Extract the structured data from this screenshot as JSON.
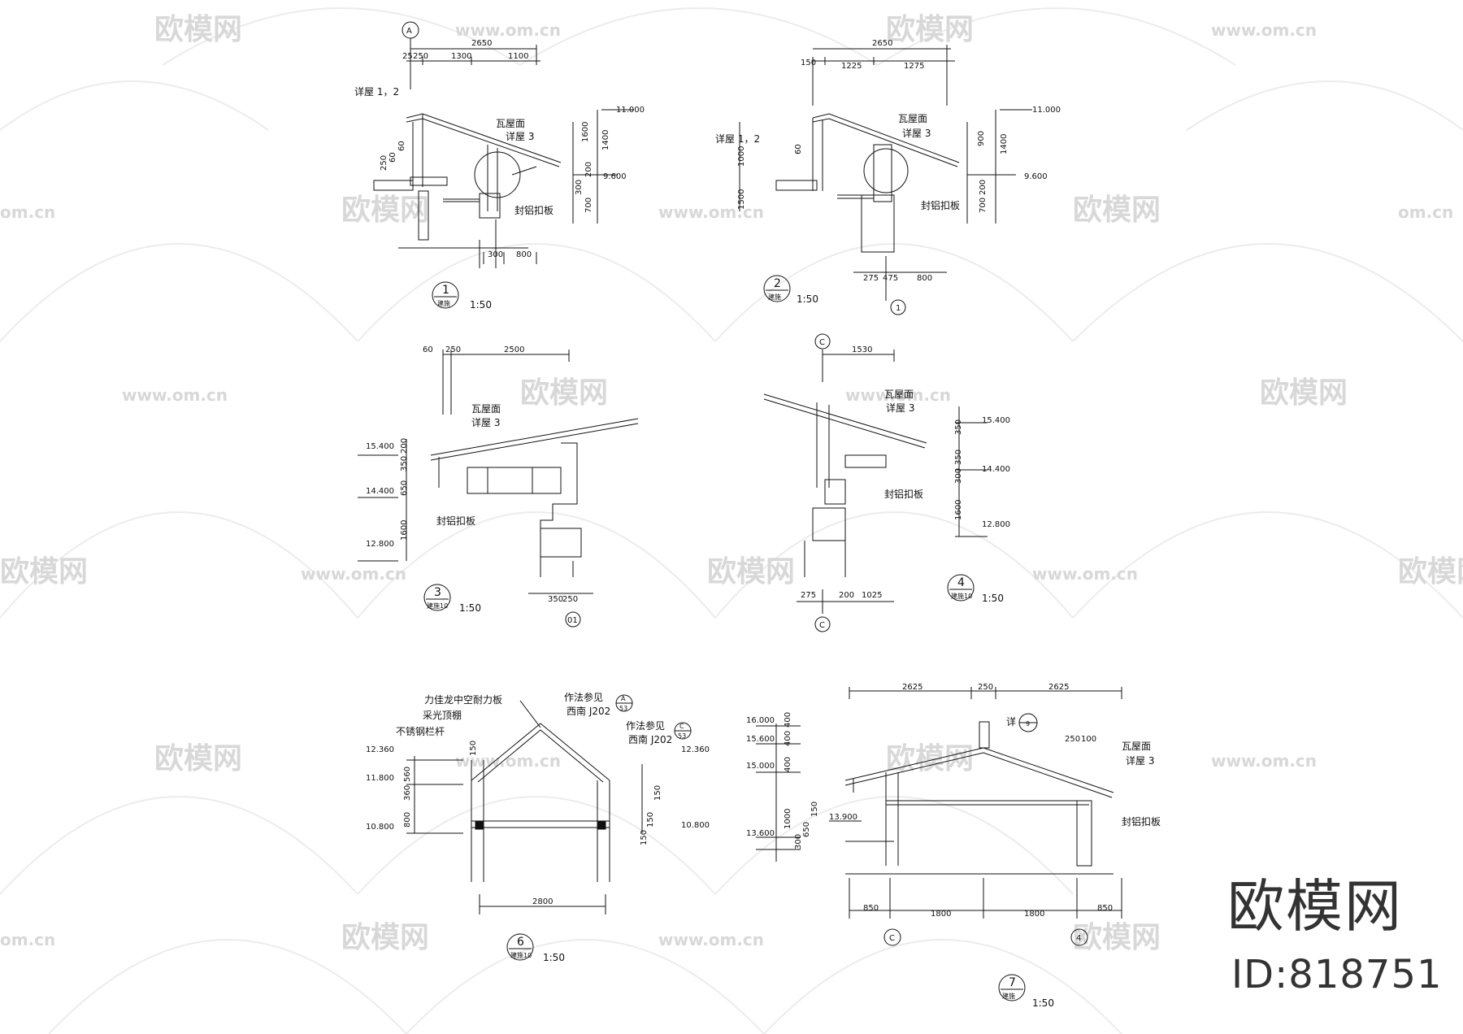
{
  "watermark": {
    "logo_text": "欧模网",
    "url": "www.om.cn",
    "url_partial": "om.cn"
  },
  "brand": {
    "name": "欧模网",
    "id_label": "ID:818751"
  },
  "labels": {
    "tile_roof": "瓦屋面",
    "tile_roof_2": "瓦屋面",
    "detail_3": "详屋  3",
    "detail_12": "详屋  1，2",
    "alu_panel": "封铝扣板",
    "pc_board": "力佳龙中空耐力板",
    "skylight": "采光顶棚",
    "railing": "不锈钢栏杆",
    "ref_see": "作法参见",
    "ref_code": "西南 J202",
    "detail_word": "详"
  },
  "details": [
    {
      "num": "1",
      "sheet": "建施",
      "scale": "1:50",
      "axis": "A",
      "dims_top": [
        "2650",
        "25",
        "250",
        "1300",
        "1100"
      ],
      "levels": [
        "11.000",
        "9.600"
      ],
      "vdims": [
        "1600",
        "1400",
        "300",
        "200",
        "700",
        "60",
        "250",
        "60"
      ],
      "dims_bottom": [
        "300",
        "800"
      ]
    },
    {
      "num": "2",
      "sheet": "建施",
      "scale": "1:50",
      "axis": "1",
      "dims_top": [
        "2650",
        "150",
        "1225",
        "1275"
      ],
      "levels": [
        "11.000",
        "9.600"
      ],
      "vdims": [
        "900",
        "1400",
        "200",
        "700",
        "1000",
        "1500",
        "60"
      ],
      "dims_bottom": [
        "275",
        "475",
        "800"
      ]
    },
    {
      "num": "3",
      "sheet": "建施10",
      "scale": "1:50",
      "axis": "01",
      "dims_top": [
        "60",
        "250",
        "2500"
      ],
      "levels": [
        "15.400",
        "14.400",
        "12.800"
      ],
      "vdims": [
        "200",
        "350",
        "650",
        "1600"
      ],
      "dims_bottom": [
        "350",
        "250"
      ]
    },
    {
      "num": "4",
      "sheet": "建施10",
      "scale": "1:50",
      "axis": "C",
      "dims_top": [
        "1530"
      ],
      "levels": [
        "15.400",
        "14.400",
        "12.800"
      ],
      "vdims": [
        "350",
        "350",
        "300",
        "1600"
      ],
      "dims_bottom": [
        "275",
        "200",
        "1025"
      ]
    },
    {
      "num": "6",
      "sheet": "建施10",
      "scale": "1:50",
      "levels": [
        "12.360",
        "11.800",
        "10.800",
        "12.360",
        "10.800"
      ],
      "vdims": [
        "560",
        "360",
        "800",
        "150",
        "150",
        "150",
        "150"
      ],
      "dims_bottom": [
        "2800"
      ],
      "ref_a": "A",
      "ref_a_sheet": "53",
      "ref_c": "C",
      "ref_c_sheet": "53"
    },
    {
      "num": "7",
      "sheet": "建施",
      "scale": "1:50",
      "axis": "C",
      "axis_b": "4",
      "dims_top": [
        "2625",
        "250",
        "2625",
        "250",
        "100"
      ],
      "levels": [
        "16.000",
        "15.600",
        "15.000",
        "13.900",
        "13.600"
      ],
      "vdims": [
        "400",
        "400",
        "400",
        "1000",
        "300",
        "650",
        "150"
      ],
      "dims_bottom": [
        "850",
        "1800",
        "1800",
        "850"
      ],
      "ref_detail": "9"
    }
  ]
}
